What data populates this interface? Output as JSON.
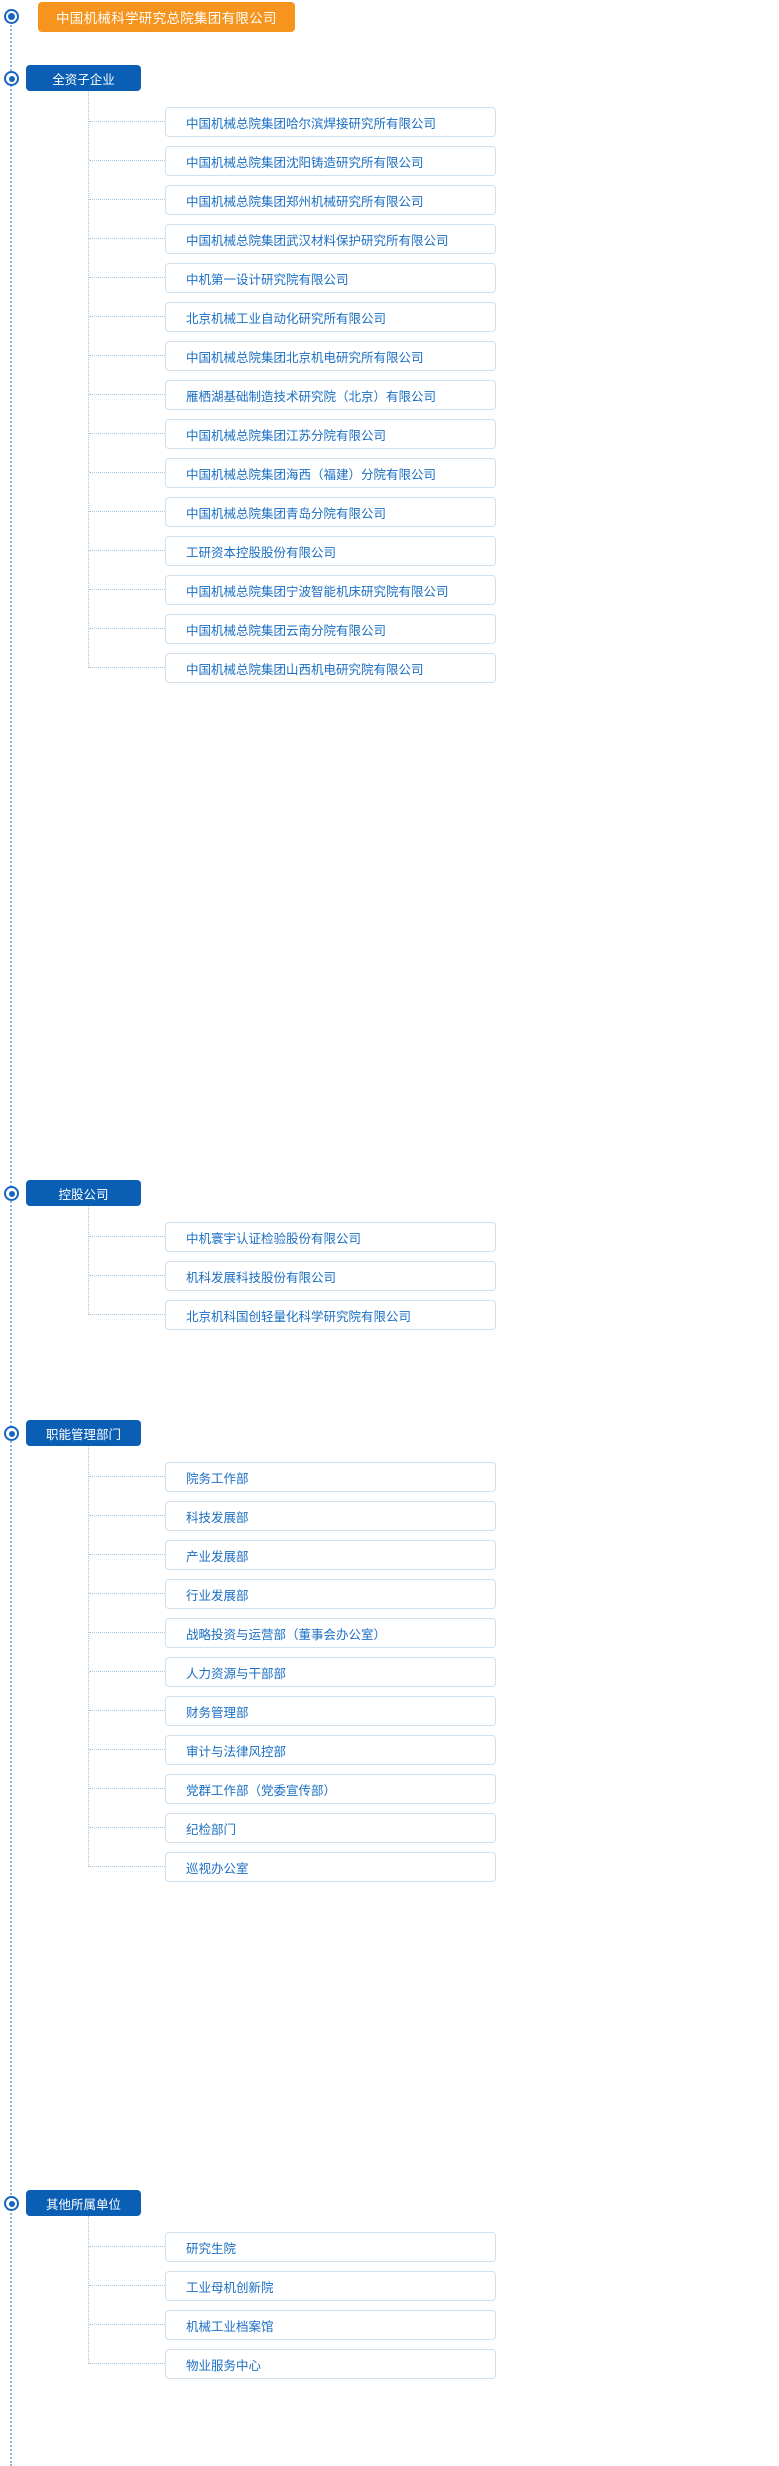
{
  "colors": {
    "root_bg": "#f7941d",
    "section_bg": "#0a5fb4",
    "card_border": "#cfe0ef",
    "card_text": "#1a6fc4",
    "connector": "#a9c6e2",
    "spine": "#8fb6dd"
  },
  "root": {
    "label": "中国机械科学研究总院集团有限公司"
  },
  "sections": [
    {
      "label": "全资子企业",
      "items": [
        "中国机械总院集团哈尔滨焊接研究所有限公司",
        "中国机械总院集团沈阳铸造研究所有限公司",
        "中国机械总院集团郑州机械研究所有限公司",
        "中国机械总院集团武汉材料保护研究所有限公司",
        "中机第一设计研究院有限公司",
        "北京机械工业自动化研究所有限公司",
        "中国机械总院集团北京机电研究所有限公司",
        "雁栖湖基础制造技术研究院（北京）有限公司",
        "中国机械总院集团江苏分院有限公司",
        "中国机械总院集团海西（福建）分院有限公司",
        "中国机械总院集团青岛分院有限公司",
        "工研资本控股股份有限公司",
        "中国机械总院集团宁波智能机床研究院有限公司",
        "中国机械总院集团云南分院有限公司",
        "中国机械总院集团山西机电研究院有限公司"
      ]
    },
    {
      "label": "控股公司",
      "items": [
        "中机寰宇认证检验股份有限公司",
        "机科发展科技股份有限公司",
        "北京机科国创轻量化科学研究院有限公司"
      ]
    },
    {
      "label": "职能管理部门",
      "items": [
        "院务工作部",
        "科技发展部",
        "产业发展部",
        "行业发展部",
        "战略投资与运营部（董事会办公室）",
        "人力资源与干部部",
        "财务管理部",
        "审计与法律风控部",
        "党群工作部（党委宣传部）",
        "纪检部门",
        "巡视办公室"
      ]
    },
    {
      "label": "其他所属单位",
      "items": [
        "研究生院",
        "工业母机创新院",
        "机械工业档案馆",
        "物业服务中心"
      ]
    }
  ]
}
